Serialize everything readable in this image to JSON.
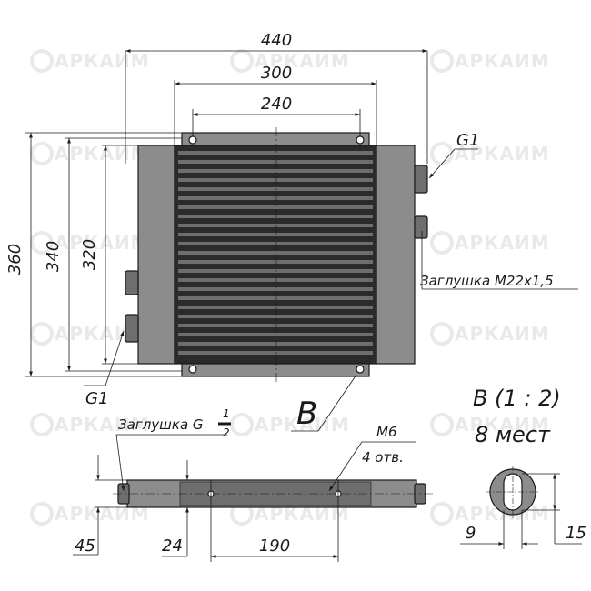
{
  "watermark": {
    "brand": "АРКАИМ",
    "logo_icon": "gear-logo-icon"
  },
  "dimensions": {
    "overall_width": "440",
    "core_width": "300",
    "mount_hole_spacing": "240",
    "overall_height": "360",
    "frame_height": "340",
    "core_height": "320",
    "depth": "45",
    "port_offset": "24",
    "bottom_hole_spacing": "190",
    "slot_width": "9",
    "slot_height": "15"
  },
  "labels": {
    "port_top_right": "G1",
    "port_bottom_left": "G1",
    "plug_m22": "Заглушка М22х1,5",
    "plug_g_prefix": "Заглушка G",
    "plug_g_num": "1",
    "plug_g_den": "2",
    "view_marker": "B",
    "detail_title": "B (1 : 2)",
    "detail_count": "8 мест",
    "holes_thread": "М6",
    "holes_count": "4 отв."
  },
  "colors": {
    "body_gray": "#8c8c8c",
    "core_dark": "#2b2b2b",
    "fin_light": "#6e6e6e",
    "line": "#1a1a1a",
    "watermark": "#e9e9e9"
  }
}
